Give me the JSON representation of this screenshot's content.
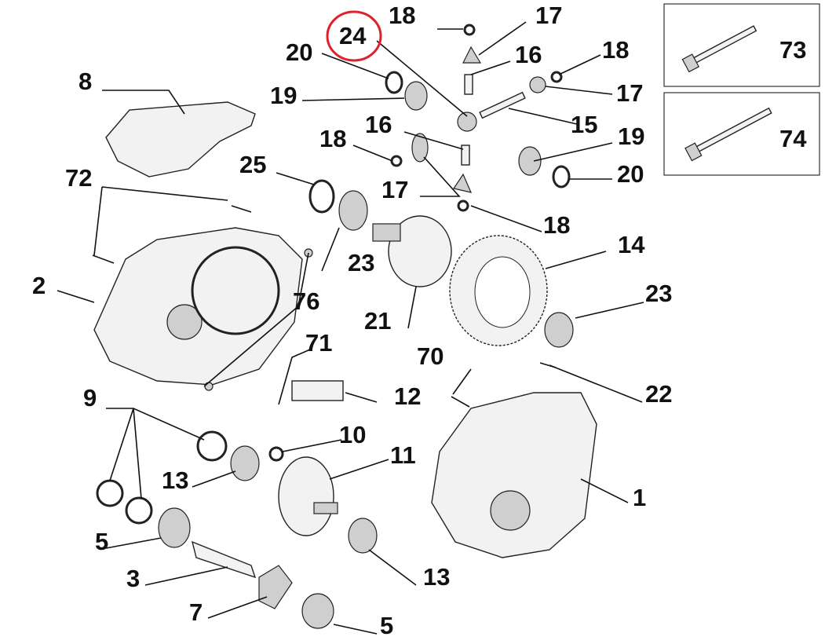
{
  "title": "Differential / gearbox housing exploded parts diagram",
  "highlight_color": "#e0202a",
  "highlighted_part": "24",
  "labels": {
    "p18a": "18",
    "p17a": "17",
    "p24": "24",
    "p20a": "20",
    "p16a": "16",
    "p18b": "18",
    "p73": "73",
    "p8": "8",
    "p19a": "19",
    "p17b": "17",
    "p15": "15",
    "p16b": "16",
    "p18c": "18",
    "p19b": "19",
    "p74": "74",
    "p72": "72",
    "p25": "25",
    "p17c": "17",
    "p20b": "20",
    "p18d": "18",
    "p14": "14",
    "p23a": "23",
    "p2": "2",
    "p76": "76",
    "p23b": "23",
    "p21": "21",
    "p71": "71",
    "p70": "70",
    "p22": "22",
    "p12": "12",
    "p9": "9",
    "p10": "10",
    "p11": "11",
    "p13a": "13",
    "p1": "1",
    "p5a": "5",
    "p3": "3",
    "p13b": "13",
    "p7": "7",
    "p5b": "5"
  }
}
